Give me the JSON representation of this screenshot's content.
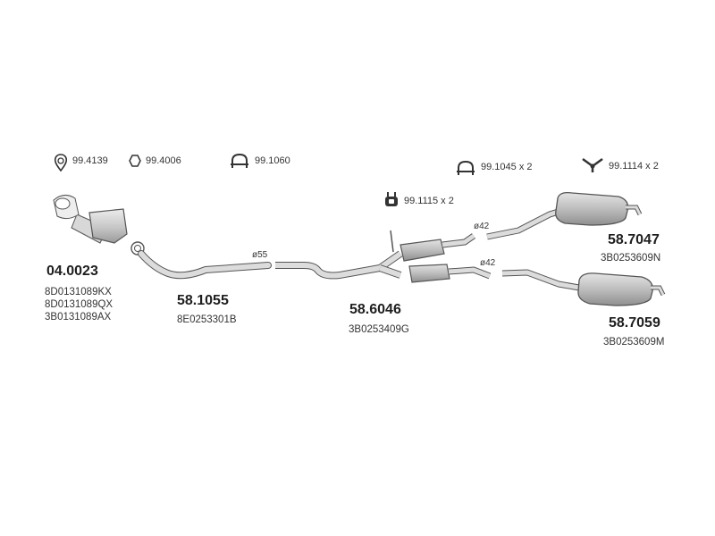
{
  "hardware": [
    {
      "code": "99.4139",
      "icon": "pipe-clamp-icon"
    },
    {
      "code": "99.4006",
      "icon": "gasket-ring-icon"
    },
    {
      "code": "99.1060",
      "icon": "u-bolt-clamp-icon"
    },
    {
      "code": "99.1045 x 2",
      "icon": "u-bolt-clamp-icon"
    },
    {
      "code": "99.1114 x 2",
      "icon": "hanger-bracket-icon"
    },
    {
      "code": "99.1115 x 2",
      "icon": "rubber-mount-icon"
    }
  ],
  "parts": {
    "catalyst": {
      "number": "04.0023",
      "oem": [
        "8D0131089KX",
        "8D0131089QX",
        "3B0131089AX"
      ]
    },
    "front_pipe": {
      "number": "58.1055",
      "oem": [
        "8E0253301B"
      ]
    },
    "center_section": {
      "number": "58.6046",
      "oem": [
        "3B0253409G"
      ]
    },
    "rear_muffler_upper": {
      "number": "58.7047",
      "oem": [
        "3B0253609N"
      ]
    },
    "rear_muffler_lower": {
      "number": "58.7059",
      "oem": [
        "3B0253609M"
      ]
    }
  },
  "diameters": {
    "front": "ø55",
    "upper": "ø42",
    "lower": "ø42"
  },
  "colors": {
    "pipe_fill": "#dcdcdc",
    "pipe_stroke": "#555555",
    "muffler_fill": "#bdbdbd",
    "text": "#2a2a2a"
  }
}
